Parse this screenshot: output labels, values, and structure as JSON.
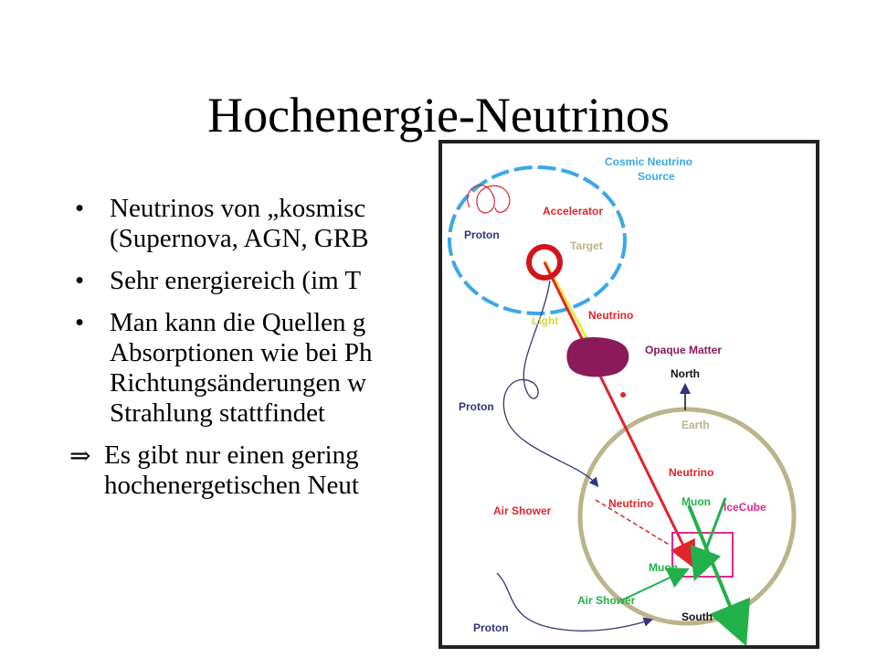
{
  "slide": {
    "title": "Hochenergie-Neutrinos",
    "bullets": [
      {
        "marker": "•",
        "lines": [
          "Neutrinos von „kosmisc",
          "(Supernova, AGN, GRB"
        ]
      },
      {
        "marker": "•",
        "lines": [
          "Sehr energiereich   (im T"
        ]
      },
      {
        "marker": "•",
        "lines": [
          "Man kann die Quellen g",
          "Absorptionen wie bei Ph",
          "Richtungsänderungen w",
          "Strahlung stattfindet"
        ]
      },
      {
        "marker": "⇒",
        "lines": [
          "Es gibt nur einen gering",
          "hochenergetischen Neut"
        ]
      }
    ]
  },
  "figure": {
    "labels": {
      "source": [
        "Cosmic Neutrino",
        "Source"
      ],
      "accelerator": "Accelerator",
      "proton_top": "Proton",
      "target": "Target",
      "neutrino_top": "Neutrino",
      "light": "Light",
      "opaque": "Opaque Matter",
      "north": "North",
      "proton_mid": "Proton",
      "earth": "Earth",
      "neutrino_mid": "Neutrino",
      "air_shower_mid": "Air Shower",
      "neutrino_low": "Neutrino",
      "muon_top": "Muon",
      "icecube": "IceCube",
      "muon_low": "Muon",
      "air_shower_low": "Air Shower",
      "south": "South",
      "proton_low": "Proton"
    },
    "colors": {
      "source_ring": "#3aa7e8",
      "earth_ring": "#bcb48a",
      "neutrino": "#e0242c",
      "proton": "#33357a",
      "muon": "#22b04a",
      "light": "#ecec3a",
      "opaque": "#8b1a5a",
      "icecube": "#e02890"
    }
  }
}
